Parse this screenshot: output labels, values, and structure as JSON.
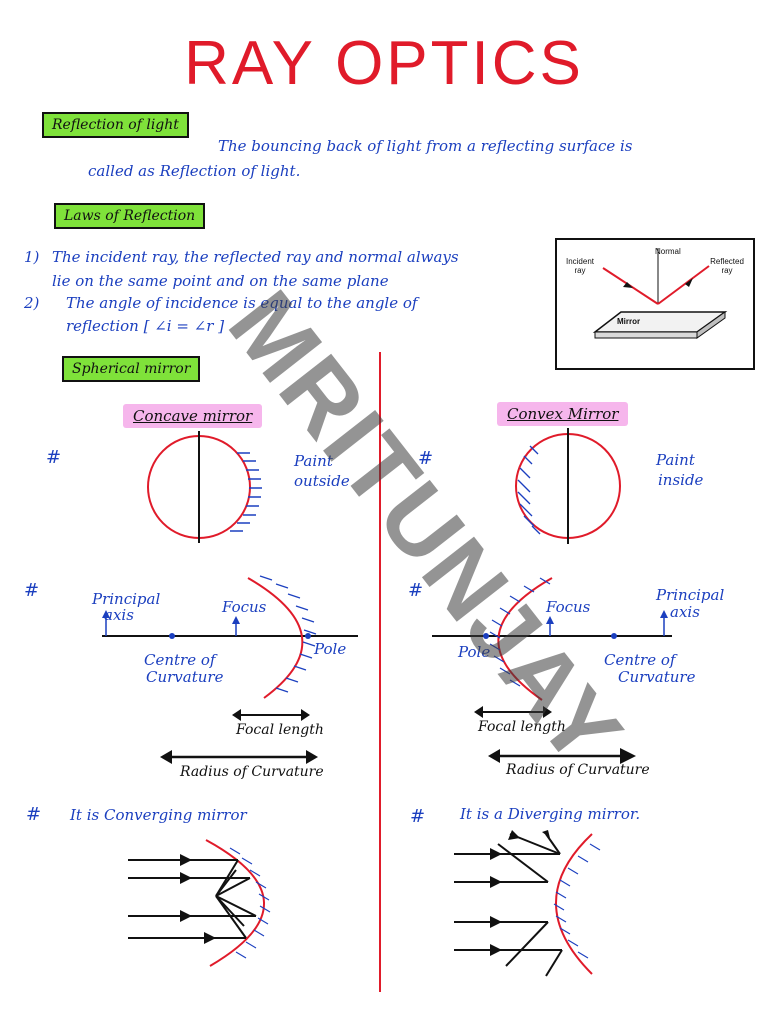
{
  "title": "RAY OPTICS",
  "reflection": {
    "tag": "Reflection of light",
    "definition_line1": "The bouncing back of light from a reflecting surface is",
    "definition_line2": "called as Reflection of light."
  },
  "laws": {
    "tag": "Laws of Reflection",
    "law1_num": "1)",
    "law1_line1": "The incident ray, the reflected ray and normal always",
    "law1_line2": "lie on the same point and on the same plane",
    "law2_num": "2)",
    "law2_line1": "The angle of incidence is equal to the angle of",
    "law2_line2": "reflection [ ∠i = ∠r ]"
  },
  "figure": {
    "normal": "Normal",
    "incident": "Incident ray",
    "reflected": "Reflected ray",
    "mirror": "Mirror"
  },
  "spherical": {
    "tag": "Spherical mirror",
    "concave": {
      "heading": "Concave mirror",
      "hash1": "#",
      "note1_line1": "Paint",
      "note1_line2": "outside",
      "hash2": "#",
      "principal_line1": "Principal",
      "principal_line2": "axis",
      "focus": "Focus",
      "pole": "Pole",
      "centre_line1": "Centre of",
      "centre_line2": "Curvature",
      "focal_length": "Focal length",
      "radius": "Radius of Curvature",
      "hash3": "#",
      "statement": "It is Converging mirror"
    },
    "convex": {
      "heading": "Convex Mirror",
      "hash1": "#",
      "note1_line1": "Paint",
      "note1_line2": "inside",
      "hash2": "#",
      "principal_line1": "Principal",
      "principal_line2": "axis",
      "focus": "Focus",
      "pole": "Pole",
      "centre_line1": "Centre of",
      "centre_line2": "Curvature",
      "focal_length": "Focal length",
      "radius": "Radius of Curvature",
      "hash3": "#",
      "statement": "It is a Diverging mirror."
    }
  },
  "watermark": "MRITUNJAY",
  "colors": {
    "ink_blue": "#1b3fbf",
    "red": "#e01b2a",
    "green_tag": "#7fe23a",
    "pink_tag": "#f6b6ec"
  }
}
